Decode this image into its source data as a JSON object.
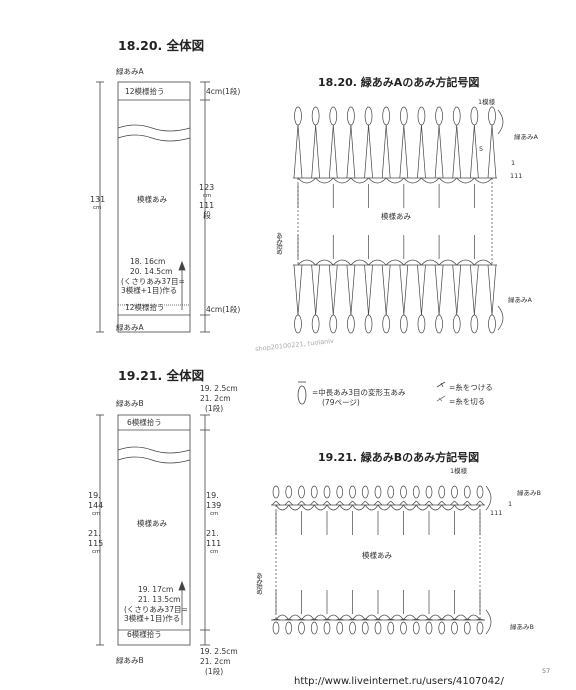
{
  "top": {
    "title": "18.20. 全体図",
    "label_top": "緑あみA",
    "label_bottom": "緑あみA",
    "band_top": "12模様拾う",
    "band_bottom": "12模様拾う",
    "center": "模様あみ",
    "left_dim": [
      "131",
      "cm"
    ],
    "right_dim_num": [
      "123",
      "111"
    ],
    "right_dim_unit_cm": "cm",
    "right_dim_unit_dan": "段",
    "top_edge": "4cm(1段)",
    "bottom_edge": "4cm(1段)",
    "width_notes": [
      "18. 16cm",
      "20. 14.5cm",
      "(くさりあみ37目=",
      "3模様+1目)作る"
    ]
  },
  "chartA": {
    "title": "18.20. 緑あみAのあみ方記号図",
    "one_pattern": "1模様",
    "side_label_top": "緑あみA",
    "side_label_bottom": "緑あみA",
    "five": "5",
    "one": "1",
    "num_111": "111",
    "center": "模様あみ",
    "start": "あみ始め"
  },
  "bottom": {
    "title": "19.21. 全体図",
    "label_top": "緑あみB",
    "label_bottom": "緑あみB",
    "band_top": "6模様拾う",
    "band_bottom": "6模様拾う",
    "center": "模様あみ",
    "left_dim": [
      "19.",
      "144",
      "cm",
      "21.",
      "115",
      "cm"
    ],
    "right_dim": [
      "19.",
      "139",
      "cm",
      "21.",
      "111",
      "cm"
    ],
    "top_edge": [
      "19. 2.5cm",
      "21. 2cm",
      "(1段)"
    ],
    "bottom_edge": [
      "19. 2.5cm",
      "21. 2cm",
      "(1段)"
    ],
    "width_notes": [
      "19. 17cm",
      "21. 13.5cm",
      "(くさりあみ37目=",
      "3模様+1目)作る"
    ]
  },
  "legend": {
    "stitch": "=中長あみ3目の変形玉あみ",
    "stitch_page": "(79ページ)",
    "attach": "=糸をつける",
    "cut": "=糸を切る"
  },
  "chartB": {
    "title": "19.21. 緑あみBのあみ方記号図",
    "one_pattern": "1模様",
    "side_label_top": "緑あみB",
    "side_label_bottom": "緑あみB",
    "one": "1",
    "num_111": "111",
    "center": "模様あみ",
    "start": "あみ始め"
  },
  "footer": {
    "url": "http://www.liveinternet.ru/users/4107042/",
    "page_no": "57",
    "watermark": "shop20100221, tuolaniv"
  }
}
